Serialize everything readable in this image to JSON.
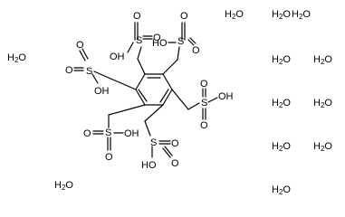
{
  "molecule": {
    "atom_labels": {
      "S": "S",
      "O": "O",
      "OH": "OH",
      "HO": "HO"
    },
    "groups": [
      {
        "name": "sulfonyl-top-left",
        "oh_label": "OH"
      },
      {
        "name": "sulfonyl-top-right",
        "oh_label": "HO"
      },
      {
        "name": "sulfonyl-left",
        "oh_label": "OH"
      },
      {
        "name": "sulfonyl-right",
        "oh_label": "OH"
      },
      {
        "name": "sulfonyl-bottom-left",
        "oh_label": "OH"
      },
      {
        "name": "sulfonyl-bottom-right",
        "oh_label": "HO"
      }
    ]
  },
  "waters": [
    {
      "id": "water-1",
      "symbol": "H",
      "count": "2",
      "oxygen": "O"
    },
    {
      "id": "water-2",
      "symbol": "H",
      "count": "2",
      "oxygen": "O"
    },
    {
      "id": "water-3",
      "symbol": "H",
      "count": "2",
      "oxygen": "O"
    },
    {
      "id": "water-4",
      "symbol": "H",
      "count": "2",
      "oxygen": "O"
    },
    {
      "id": "water-5",
      "symbol": "H",
      "count": "2",
      "oxygen": "O"
    },
    {
      "id": "water-6",
      "symbol": "H",
      "count": "2",
      "oxygen": "O"
    },
    {
      "id": "water-7",
      "symbol": "H",
      "count": "2",
      "oxygen": "O"
    },
    {
      "id": "water-8",
      "symbol": "H",
      "count": "2",
      "oxygen": "O"
    },
    {
      "id": "water-9",
      "symbol": "H",
      "count": "2",
      "oxygen": "O"
    },
    {
      "id": "water-10",
      "symbol": "H",
      "count": "2",
      "oxygen": "O"
    },
    {
      "id": "water-11",
      "symbol": "H",
      "count": "2",
      "oxygen": "O"
    },
    {
      "id": "water-12",
      "symbol": "H",
      "count": "2",
      "oxygen": "O"
    }
  ]
}
